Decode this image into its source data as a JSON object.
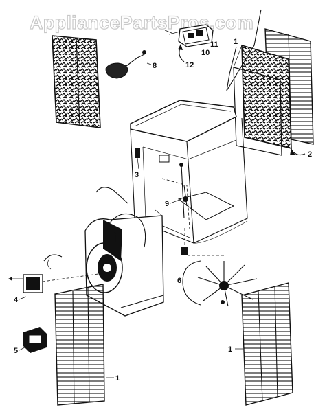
{
  "watermark": "AppliancePartsPros.com",
  "callouts": {
    "c1_top": "1",
    "c1_right": "1",
    "c1_bottom": "1",
    "c2": "2",
    "c3": "3",
    "c4": "4",
    "c5": "5",
    "c6": "6",
    "c8": "8",
    "c9": "9",
    "c10": "10",
    "c11": "11",
    "c12": "12"
  }
}
